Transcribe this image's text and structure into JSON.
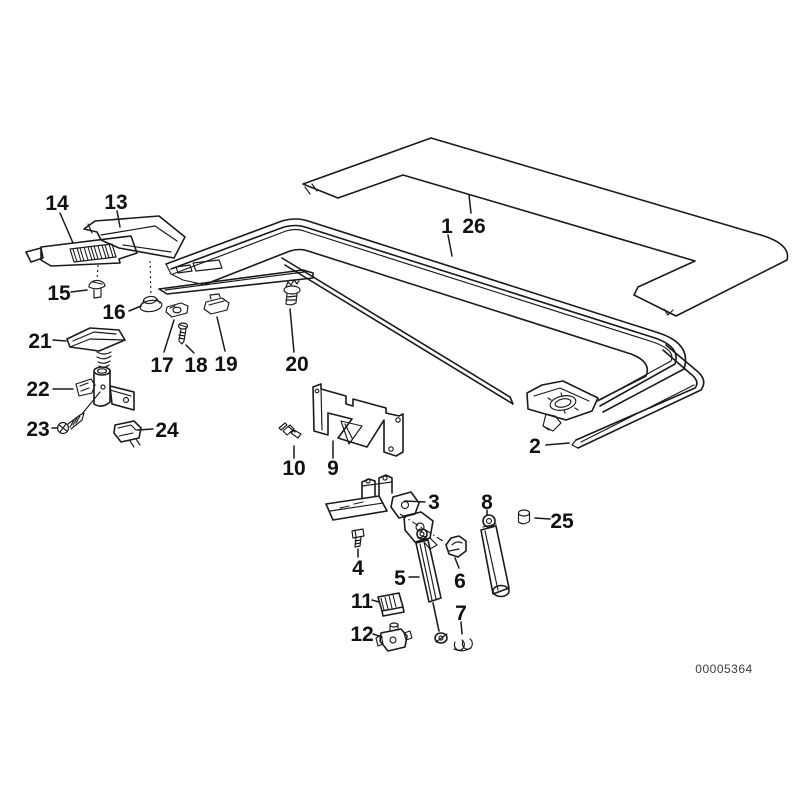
{
  "diagram": {
    "background_color": "#ffffff",
    "line_color": "#1a1a1a",
    "image_number": "00005364",
    "callouts": [
      {
        "text": "14"
      },
      {
        "text": "13"
      },
      {
        "text": "15"
      },
      {
        "text": "16"
      },
      {
        "text": "17"
      },
      {
        "text": "18"
      },
      {
        "text": "19"
      },
      {
        "text": "20"
      },
      {
        "text": "21"
      },
      {
        "text": "22"
      },
      {
        "text": "23"
      },
      {
        "text": "24"
      },
      {
        "text": "1"
      },
      {
        "text": "26"
      },
      {
        "text": "2"
      },
      {
        "text": "10"
      },
      {
        "text": "9"
      },
      {
        "text": "3"
      },
      {
        "text": "4"
      },
      {
        "text": "5"
      },
      {
        "text": "6"
      },
      {
        "text": "7"
      },
      {
        "text": "8"
      },
      {
        "text": "25"
      },
      {
        "text": "11"
      },
      {
        "text": "12"
      }
    ]
  }
}
